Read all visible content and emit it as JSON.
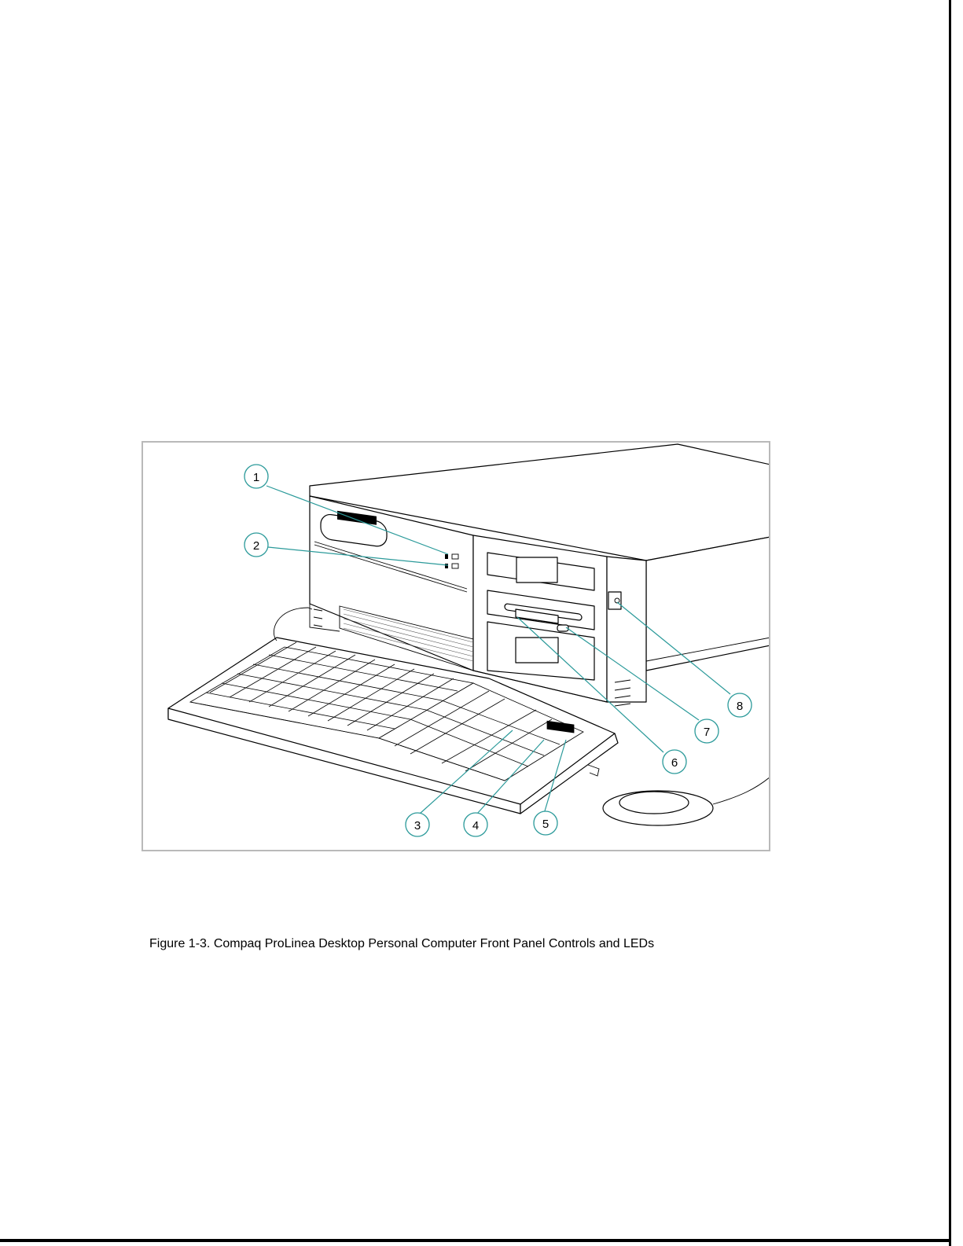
{
  "figure": {
    "caption": "Figure 1-3. Compaq ProLinea Desktop Personal Computer Front Panel Controls and LEDs",
    "callouts": [
      "1",
      "2",
      "3",
      "4",
      "5",
      "6",
      "7",
      "8"
    ]
  }
}
